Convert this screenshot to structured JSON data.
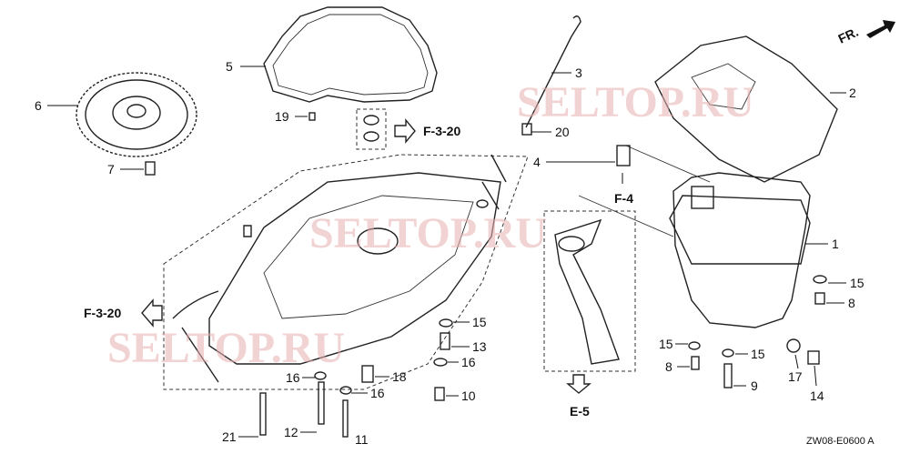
{
  "diagram": {
    "orientation_label": "FR.",
    "watermarks": [
      "SELTOP.RU",
      "SELTOP.RU",
      "SELTOP.RU"
    ],
    "part_labels": [
      {
        "id": "p5",
        "text": "5"
      },
      {
        "id": "p6",
        "text": "6"
      },
      {
        "id": "p7",
        "text": "7"
      },
      {
        "id": "p19",
        "text": "19"
      },
      {
        "id": "p3",
        "text": "3"
      },
      {
        "id": "p20",
        "text": "20"
      },
      {
        "id": "p2",
        "text": "2"
      },
      {
        "id": "p4",
        "text": "4"
      },
      {
        "id": "p1",
        "text": "1"
      },
      {
        "id": "p15a",
        "text": "15"
      },
      {
        "id": "p8a",
        "text": "8"
      },
      {
        "id": "p15b",
        "text": "15"
      },
      {
        "id": "p13",
        "text": "13"
      },
      {
        "id": "p16a",
        "text": "16"
      },
      {
        "id": "p10",
        "text": "10"
      },
      {
        "id": "p18",
        "text": "18"
      },
      {
        "id": "p16b",
        "text": "16"
      },
      {
        "id": "p16c",
        "text": "16"
      },
      {
        "id": "p12",
        "text": "12"
      },
      {
        "id": "p21",
        "text": "21"
      },
      {
        "id": "p11",
        "text": "11"
      },
      {
        "id": "p15c",
        "text": "15"
      },
      {
        "id": "p15d",
        "text": "15"
      },
      {
        "id": "p8b",
        "text": "8"
      },
      {
        "id": "p9",
        "text": "9"
      },
      {
        "id": "p17",
        "text": "17"
      },
      {
        "id": "p14",
        "text": "14"
      }
    ],
    "references": {
      "f320_top": "F-3-20",
      "f320_left": "F-3-20",
      "f4": "F-4",
      "e5": "E-5"
    },
    "drawing_code": "ZW08-E0600 A"
  }
}
